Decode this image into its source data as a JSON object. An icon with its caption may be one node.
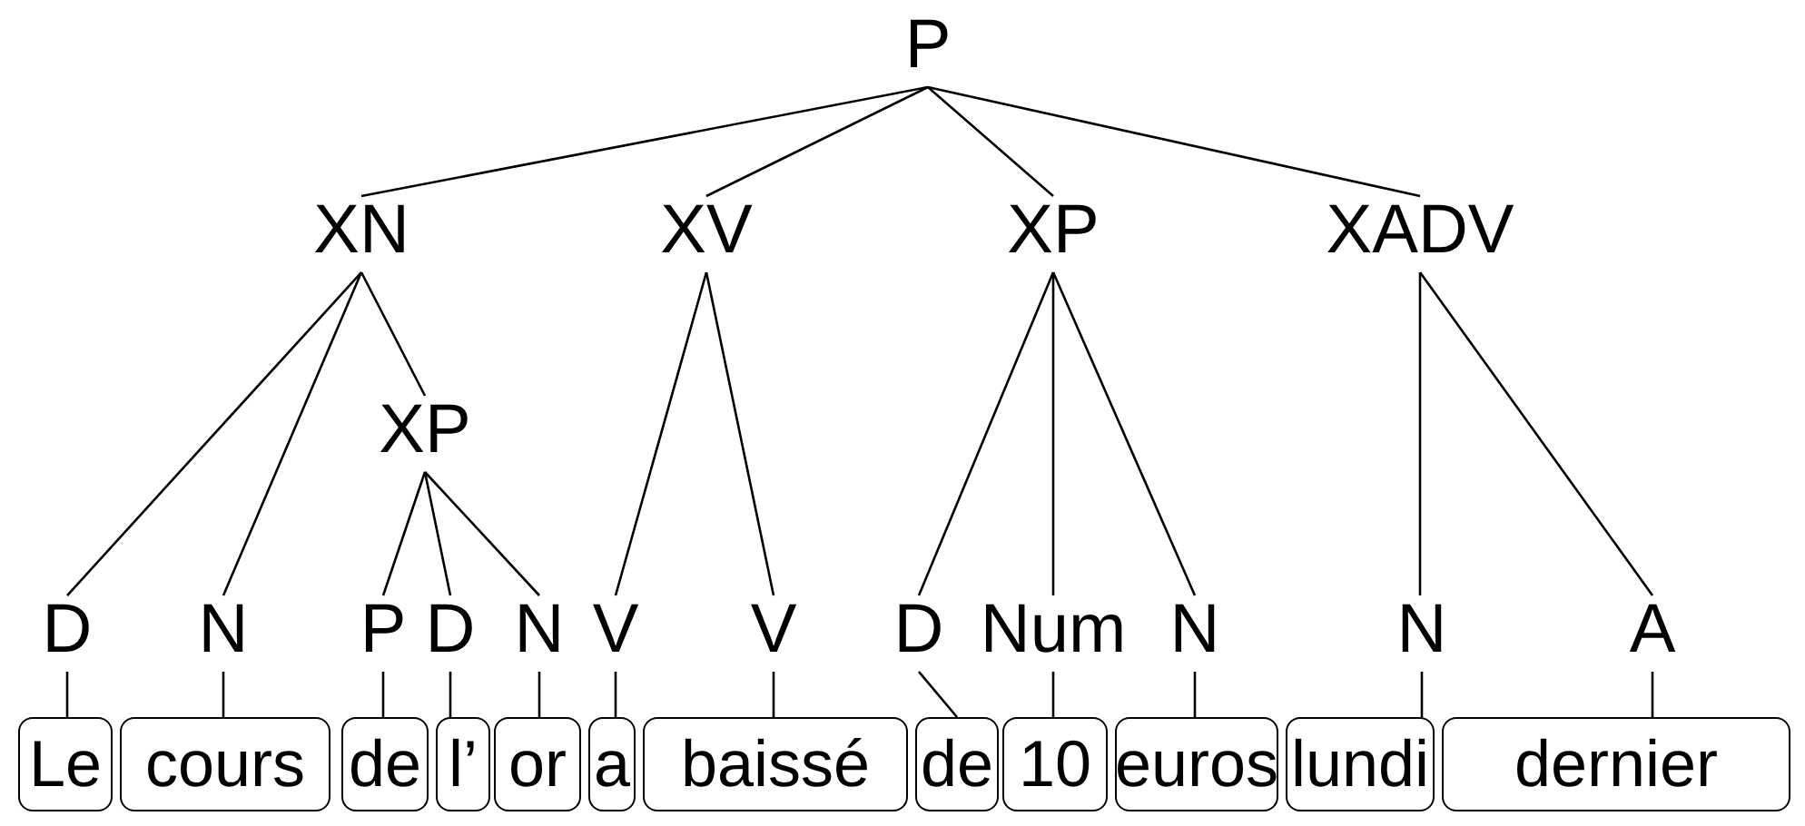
{
  "diagram": {
    "nodes": [
      {
        "text": [
          "P"
        ]
      },
      {
        "text": [
          "XN"
        ]
      },
      {
        "text": [
          "XV"
        ]
      },
      {
        "text": [
          "XP"
        ]
      },
      {
        "text": [
          "XADV"
        ]
      },
      {
        "text": [
          "D"
        ]
      },
      {
        "text": [
          "N"
        ]
      },
      {
        "text": [
          "XP"
        ]
      },
      {
        "text": [
          "P"
        ]
      },
      {
        "text": [
          "D"
        ]
      },
      {
        "text": [
          "N"
        ]
      },
      {
        "text": [
          "V"
        ]
      },
      {
        "text": [
          "V"
        ]
      },
      {
        "text": [
          "D"
        ]
      },
      {
        "text": [
          "Num"
        ]
      },
      {
        "text": [
          "N"
        ]
      },
      {
        "text": [
          "N"
        ]
      },
      {
        "text": [
          "A"
        ]
      },
      {
        "text": [
          "Le"
        ]
      },
      {
        "text": [
          "cours"
        ]
      },
      {
        "text": [
          "de"
        ]
      },
      {
        "text": [
          "l’"
        ]
      },
      {
        "text": [
          "or"
        ]
      },
      {
        "text": [
          "a"
        ]
      },
      {
        "text": [
          "baissé"
        ]
      },
      {
        "text": [
          "de"
        ]
      },
      {
        "text": [
          "10"
        ]
      },
      {
        "text": [
          "euros"
        ]
      },
      {
        "text": [
          "lundi"
        ]
      },
      {
        "text": [
          "dernier"
        ]
      }
    ],
    "edges": [
      {
        "from": 0,
        "to": 1,
        "arrow": "none"
      },
      {
        "from": 0,
        "to": 2,
        "arrow": "none"
      },
      {
        "from": 0,
        "to": 3,
        "arrow": "none"
      },
      {
        "from": 0,
        "to": 4,
        "arrow": "none"
      },
      {
        "from": 1,
        "to": 5,
        "arrow": "none"
      },
      {
        "from": 1,
        "to": 6,
        "arrow": "none"
      },
      {
        "from": 1,
        "to": 7,
        "arrow": "none"
      },
      {
        "from": 7,
        "to": 8,
        "arrow": "none"
      },
      {
        "from": 7,
        "to": 9,
        "arrow": "none"
      },
      {
        "from": 7,
        "to": 10,
        "arrow": "none"
      },
      {
        "from": 2,
        "to": 11,
        "arrow": "none"
      },
      {
        "from": 2,
        "to": 12,
        "arrow": "none"
      },
      {
        "from": 3,
        "to": 13,
        "arrow": "none"
      },
      {
        "from": 3,
        "to": 14,
        "arrow": "none"
      },
      {
        "from": 3,
        "to": 15,
        "arrow": "none"
      },
      {
        "from": 4,
        "to": 16,
        "arrow": "none"
      },
      {
        "from": 4,
        "to": 17,
        "arrow": "none"
      },
      {
        "from": 5,
        "to": 18,
        "arrow": "none"
      },
      {
        "from": 6,
        "to": 19,
        "arrow": "none"
      },
      {
        "from": 8,
        "to": 20,
        "arrow": "none"
      },
      {
        "from": 9,
        "to": 21,
        "arrow": "none"
      },
      {
        "from": 10,
        "to": 22,
        "arrow": "none"
      },
      {
        "from": 11,
        "to": 23,
        "arrow": "none"
      },
      {
        "from": 12,
        "to": 24,
        "arrow": "none"
      },
      {
        "from": 13,
        "to": 25,
        "arrow": "none"
      },
      {
        "from": 14,
        "to": 26,
        "arrow": "none"
      },
      {
        "from": 15,
        "to": 27,
        "arrow": "none"
      },
      {
        "from": 16,
        "to": 28,
        "arrow": "none"
      },
      {
        "from": 17,
        "to": 29,
        "arrow": "none"
      }
    ]
  }
}
